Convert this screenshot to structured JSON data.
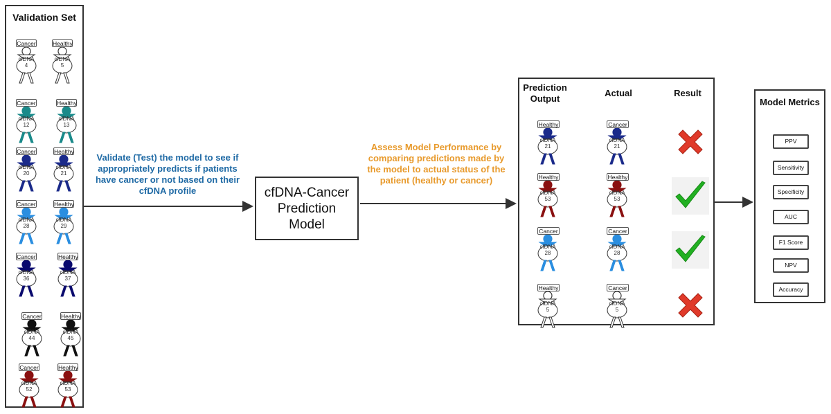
{
  "validation_set": {
    "title": "Validation Set",
    "rows": [
      [
        {
          "label": "Cancer",
          "dna": "cfDNA",
          "num": "4",
          "color": "#ffffff"
        },
        {
          "label": "Healthy",
          "dna": "cfDNA",
          "num": "5",
          "color": "#ffffff"
        }
      ],
      [
        {
          "label": "Cancer",
          "dna": "cfDNA",
          "num": "12",
          "color": "#1a8a8a"
        },
        {
          "label": "Healthy",
          "dna": "cfDNA",
          "num": "13",
          "color": "#1a8a8a"
        }
      ],
      [
        {
          "label": "Cancer",
          "dna": "cfDNA",
          "num": "20",
          "color": "#1a2a8a"
        },
        {
          "label": "Healthy",
          "dna": "cfDNA",
          "num": "21",
          "color": "#1a2a8a"
        }
      ],
      [
        {
          "label": "Cancer",
          "dna": "cfDNA",
          "num": "28",
          "color": "#2a8ee0"
        },
        {
          "label": "Healthy",
          "dna": "cfDNA",
          "num": "29",
          "color": "#2a8ee0"
        }
      ],
      [
        {
          "label": "Cancer",
          "dna": "cfDNA",
          "num": "36",
          "color": "#0a0a6e"
        },
        {
          "label": "Healthy",
          "dna": "cfDNA",
          "num": "37",
          "color": "#0a0a6e"
        }
      ],
      [
        {
          "label": "Cancer",
          "dna": "cfDNA",
          "num": "44",
          "color": "#111111"
        },
        {
          "label": "Healthy",
          "dna": "cfDNA",
          "num": "45",
          "color": "#111111"
        }
      ],
      [
        {
          "label": "Cancer",
          "dna": "cfDNA",
          "num": "52",
          "color": "#8a1010"
        },
        {
          "label": "Healthy",
          "dna": "cfDNA",
          "num": "53",
          "color": "#8a1010"
        }
      ]
    ]
  },
  "validate_text": "Validate (Test) the model to see if appropriately predicts if patients have cancer or not based on their cfDNA profile",
  "model": {
    "label": "cfDNA-Cancer Prediction Model"
  },
  "assess_text": "Assess Model Performance by comparing predictions made by the model to actual status of the patient (healthy or cancer)",
  "results_panel": {
    "headers": {
      "prediction": "Prediction Output",
      "actual": "Actual",
      "result": "Result"
    },
    "rows": [
      {
        "prediction": {
          "label": "Healthy",
          "dna": "cfDNA",
          "num": "21",
          "color": "#1a2a8a"
        },
        "actual": {
          "label": "Cancer",
          "dna": "cfDNA",
          "num": "21",
          "color": "#1a2a8a"
        },
        "result": "incorrect"
      },
      {
        "prediction": {
          "label": "Healthy",
          "dna": "cfDNA",
          "num": "53",
          "color": "#8a1010"
        },
        "actual": {
          "label": "Healthy",
          "dna": "cfDNA",
          "num": "53",
          "color": "#8a1010"
        },
        "result": "correct"
      },
      {
        "prediction": {
          "label": "Cancer",
          "dna": "cfDNA",
          "num": "28",
          "color": "#2a8ee0"
        },
        "actual": {
          "label": "Cancer",
          "dna": "cfDNA",
          "num": "28",
          "color": "#2a8ee0"
        },
        "result": "correct"
      },
      {
        "prediction": {
          "label": "Healthy",
          "dna": "cfDNA",
          "num": "5",
          "color": "#ffffff"
        },
        "actual": {
          "label": "Cancer",
          "dna": "cfDNA",
          "num": "5",
          "color": "#ffffff"
        },
        "result": "incorrect"
      }
    ]
  },
  "metrics_panel": {
    "title": "Model Metrics",
    "items": [
      "PPV",
      "Sensitivity",
      "Specificity",
      "AUC",
      "F1 Score",
      "NPV",
      "Accuracy"
    ]
  },
  "colors": {
    "blue_text": "#1f6aa5",
    "orange_text": "#e89a2c",
    "check": "#22b022",
    "cross": "#e03a2a"
  }
}
